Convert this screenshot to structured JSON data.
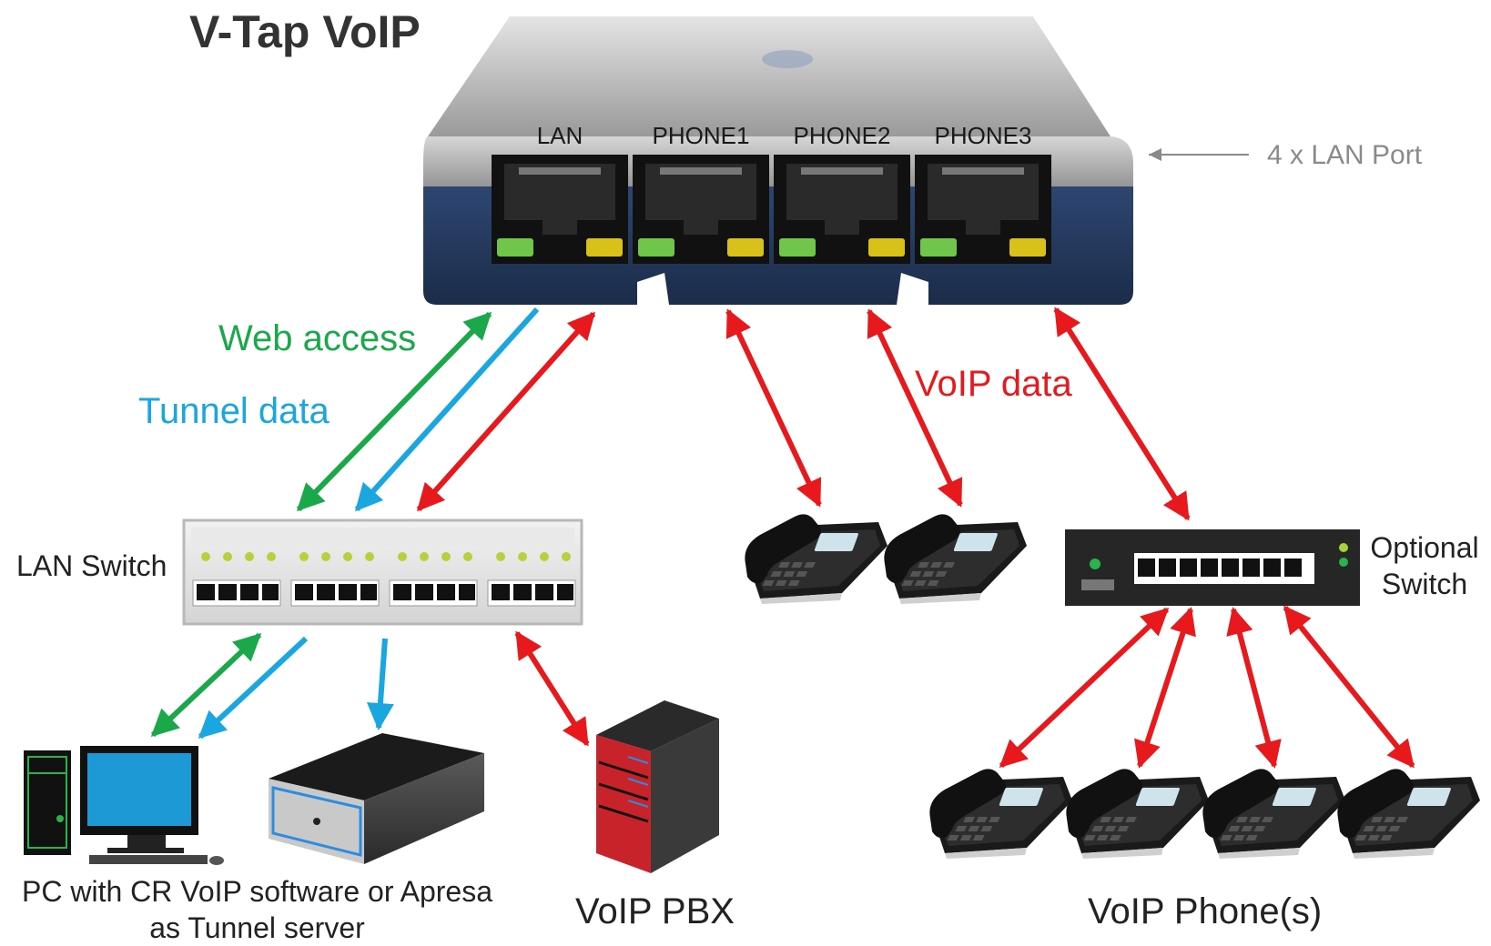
{
  "title": "V-Tap VoIP",
  "device_ports": [
    "LAN",
    "PHONE1",
    "PHONE2",
    "PHONE3"
  ],
  "lan_port_note": "4 x LAN Port",
  "flow_labels": {
    "web_access": "Web access",
    "tunnel_data": "Tunnel data",
    "voip_data": "VoIP data"
  },
  "nodes": {
    "lan_switch": "LAN Switch",
    "optional_switch": "Optional Switch",
    "pc": "PC with CR VoIP software or Apresa as Tunnel server",
    "pbx": "VoIP PBX",
    "phones": "VoIP Phone(s)"
  },
  "colors": {
    "web_access": "#1aa84a",
    "tunnel_data": "#1aa7e0",
    "voip_data": "#e8191c",
    "note": "#8a8a8a",
    "device_top": "#b3b3b3",
    "device_base": "#243a5e"
  }
}
